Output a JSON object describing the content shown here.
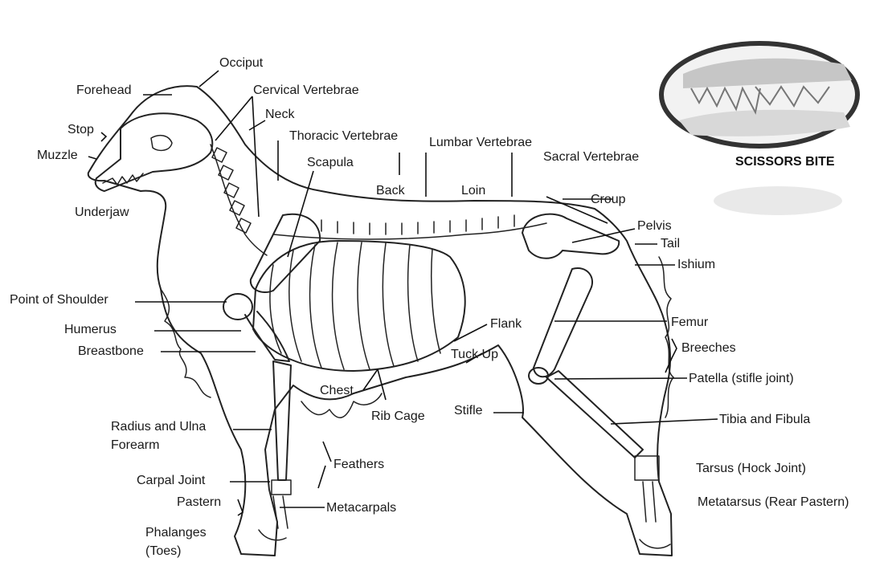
{
  "labels": {
    "occiput": "Occiput",
    "forehead": "Forehead",
    "cervical_vertebrae": "Cervical Vertebrae",
    "neck": "Neck",
    "stop": "Stop",
    "muzzle": "Muzzle",
    "thoracic_vertebrae": "Thoracic Vertebrae",
    "lumbar_vertebrae": "Lumbar Vertebrae",
    "sacral_vertebrae": "Sacral Vertebrae",
    "scapula": "Scapula",
    "back": "Back",
    "loin": "Loin",
    "croup": "Croup",
    "underjaw": "Underjaw",
    "pelvis": "Pelvis",
    "tail": "Tail",
    "ishium": "Ishium",
    "point_of_shoulder": "Point of Shoulder",
    "humerus": "Humerus",
    "flank": "Flank",
    "femur": "Femur",
    "breastbone": "Breastbone",
    "breeches": "Breeches",
    "tuck_up": "Tuck Up",
    "patella": "Patella (stifle joint)",
    "chest": "Chest",
    "rib_cage": "Rib Cage",
    "stifle": "Stifle",
    "tibia_fibula": "Tibia and Fibula",
    "radius_ulna_line1": "Radius and Ulna",
    "radius_ulna_line2": "Forearm",
    "feathers": "Feathers",
    "tarsus": "Tarsus (Hock Joint)",
    "carpal_joint": "Carpal Joint",
    "pastern": "Pastern",
    "metacarpals": "Metacarpals",
    "metatarsus": "Metatarsus (Rear Pastern)",
    "phalanges_line1": "Phalanges",
    "phalanges_line2": "(Toes)"
  },
  "inset": {
    "caption": "SCISSORS BITE"
  }
}
